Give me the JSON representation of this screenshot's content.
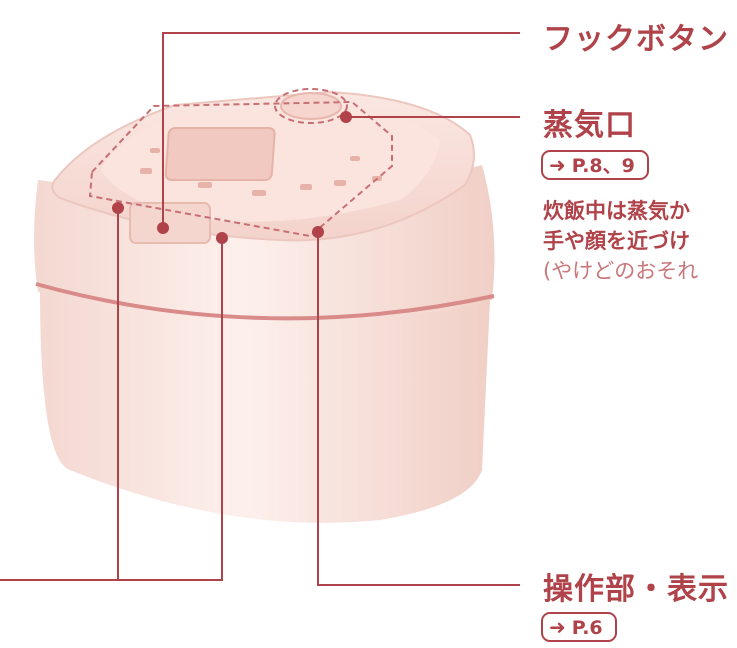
{
  "labels": {
    "hook_button": "フックボタン",
    "steam_vent": "蒸気口",
    "steam_ref": "P.8、9",
    "steam_note_1": "炊飯中は蒸気か",
    "steam_note_2": "手や顔を近づけ",
    "steam_note_3": "(やけどのおそれ",
    "control_panel": "操作部・表示",
    "control_ref": "P.6"
  },
  "icons": {
    "ref_arrow": "right-arrow-icon"
  },
  "colors": {
    "accent": "#b0434a",
    "body_light": "#fdeeea",
    "body_mid": "#f6d9d2",
    "body_shadow": "#ecc4bb"
  }
}
